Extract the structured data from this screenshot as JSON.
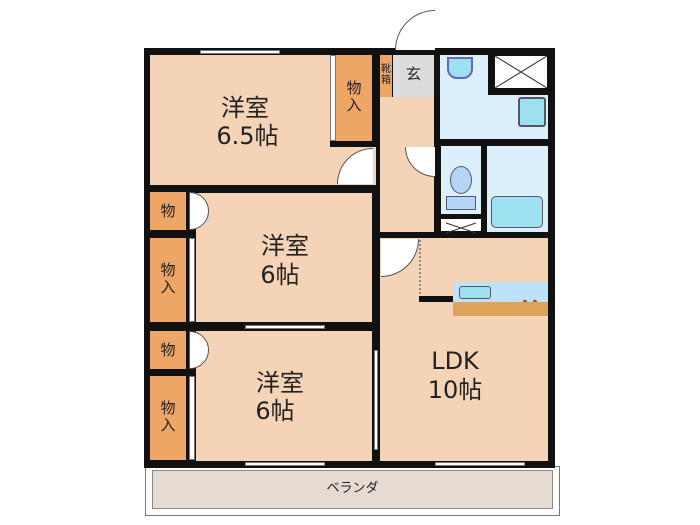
{
  "floorplan": {
    "rooms": [
      {
        "id": "western-room-1",
        "name": "洋室",
        "size": "6.5帖"
      },
      {
        "id": "western-room-2",
        "name": "洋室",
        "size": "6帖"
      },
      {
        "id": "western-room-3",
        "name": "洋室",
        "size": "6帖"
      },
      {
        "id": "ldk",
        "name": "LDK",
        "size": "10帖"
      }
    ],
    "storage": {
      "closet_label_full": "物\n入",
      "closet_small_label": "物",
      "shoe_box_label": "靴\n箱"
    },
    "entrance_label": "玄",
    "balcony_label": "ベランダ"
  }
}
